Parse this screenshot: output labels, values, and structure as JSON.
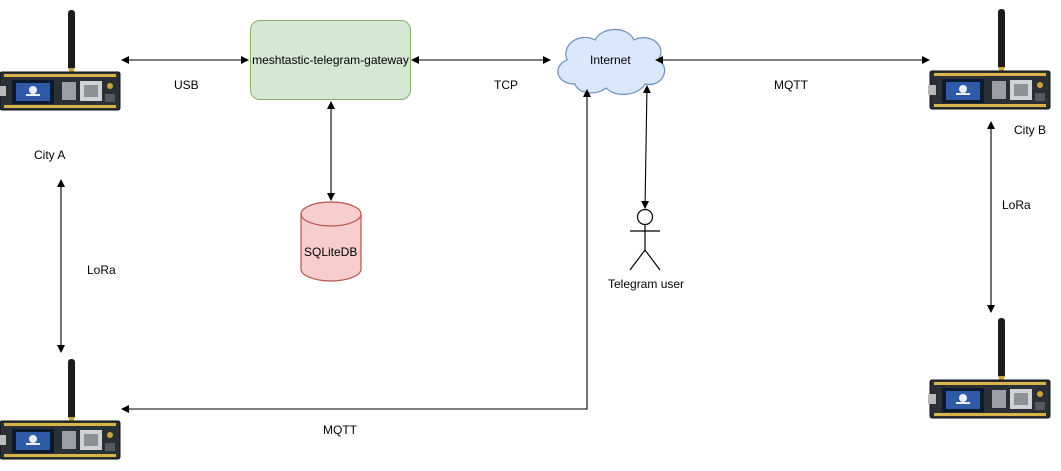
{
  "nodes": {
    "gateway": "meshtastic-telegram-gateway",
    "database": "SQLiteDB",
    "internet": "Internet",
    "user": "Telegram user",
    "city_a": "City A",
    "city_b": "City B"
  },
  "edges": {
    "usb": "USB",
    "tcp": "TCP",
    "mqtt_top": "MQTT",
    "mqtt_bottom": "MQTT",
    "lora_left": "LoRa",
    "lora_right": "LoRa"
  },
  "colors": {
    "gateway_fill": "#d5e8d4",
    "gateway_stroke": "#82b366",
    "db_fill": "#f8cecc",
    "db_stroke": "#b85450",
    "cloud_fill": "#dae8fc",
    "cloud_stroke": "#6c8ebf",
    "board_pcb": "#2b2f36",
    "board_screen": "#2f5aa8"
  },
  "icons": [
    "lora-board-icon",
    "cloud-icon",
    "database-icon",
    "person-icon"
  ]
}
